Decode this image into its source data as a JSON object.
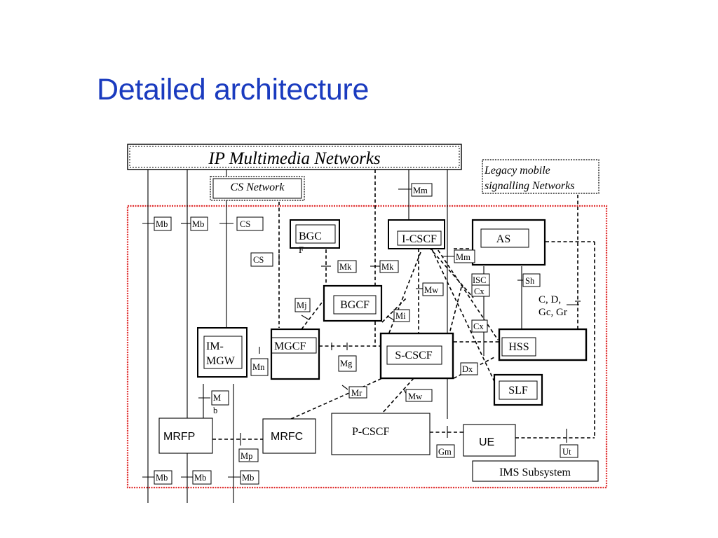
{
  "title": "Detailed architecture",
  "colors": {
    "title": "#1a3bbf",
    "ims_border": "#e03030",
    "line": "#000000",
    "fill": "#ffffff"
  },
  "regions": {
    "ip_multimedia": "IP Multimedia Networks",
    "cs_network": "CS Network",
    "legacy_line1": "Legacy mobile",
    "legacy_line2": "signalling Networks",
    "ims_subsystem": "IMS Subsystem"
  },
  "nodes": {
    "bgcf_top_line1": "BGC",
    "bgcf_top_line2": "F",
    "i_cscf": "I-CSCF",
    "as": "AS",
    "bgcf": "BGCF",
    "im_mgw_line1": "IM-",
    "im_mgw_line2": "MGW",
    "mgcf": "MGCF",
    "s_cscf": "S-CSCF",
    "hss": "HSS",
    "slf": "SLF",
    "mrfp": "MRFP",
    "mrfc": "MRFC",
    "p_cscf": "P-CSCF",
    "ue": "UE"
  },
  "interfaces": {
    "mm_top": "Mm",
    "mb_1": "Mb",
    "mb_2": "Mb",
    "cs_top": "CS",
    "cs_mid": "CS",
    "mk_1": "Mk",
    "mk_2": "Mk",
    "mm_mid": "Mm",
    "isc": "ISC",
    "cx_1": "Cx",
    "sh": "Sh",
    "mw_1": "Mw",
    "c_d_line1": "C, D,",
    "c_d_line2": "Gc, Gr",
    "mj": "Mj",
    "mi": "Mi",
    "cx_2": "Cx",
    "mn": "Mn",
    "mg": "Mg",
    "dx": "Dx",
    "mb_mid_line1": "M",
    "mb_mid_line2": "b",
    "mr": "Mr",
    "mw_2": "Mw",
    "mp": "Mp",
    "gm": "Gm",
    "ut": "Ut",
    "mb_b1": "Mb",
    "mb_b2": "Mb",
    "mb_b3": "Mb"
  }
}
